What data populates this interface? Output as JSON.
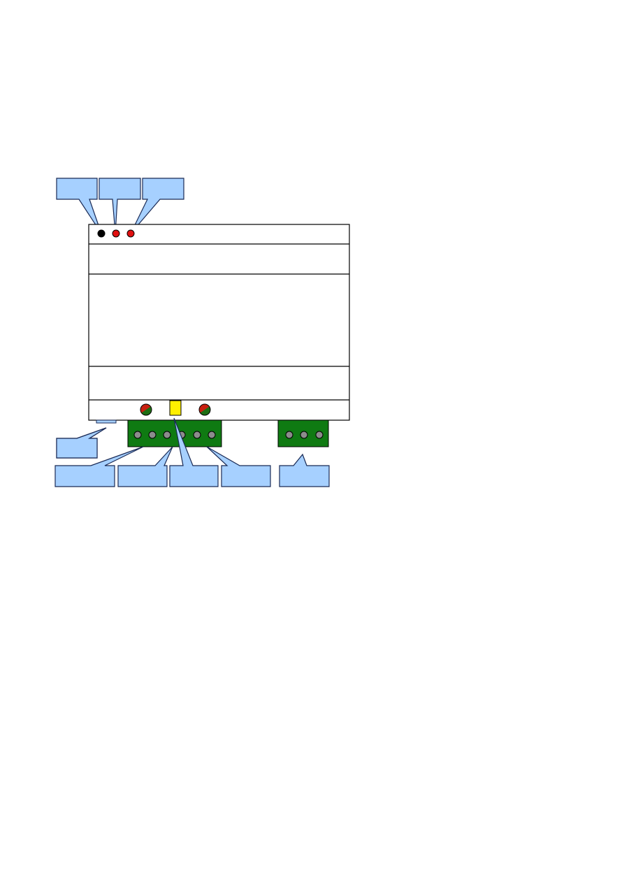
{
  "colors": {
    "callout_fill": "#a6d0ff",
    "callout_stroke": "#1a2a55",
    "terminal_block": "#0f7a12",
    "screw": "#8c8c8c",
    "led_black": "#000000",
    "led_red": "#e01010",
    "button_red": "#c82010",
    "button_green": "#1e6e14",
    "selector_yellow": "#ffef00",
    "tab_blue": "#a6d0ff"
  },
  "diagram": {
    "top_leds": [
      "black",
      "red",
      "red"
    ],
    "front_buttons": [
      "red-green",
      "red-green"
    ],
    "selector": "yellow",
    "terminal_blocks": [
      {
        "screws": 6
      },
      {
        "screws": 3
      }
    ],
    "callouts": [
      {
        "text": ""
      },
      {
        "text": ""
      },
      {
        "text": ""
      },
      {
        "text": ""
      },
      {
        "text": ""
      },
      {
        "text": ""
      },
      {
        "text": ""
      },
      {
        "text": ""
      },
      {
        "text": ""
      }
    ]
  }
}
